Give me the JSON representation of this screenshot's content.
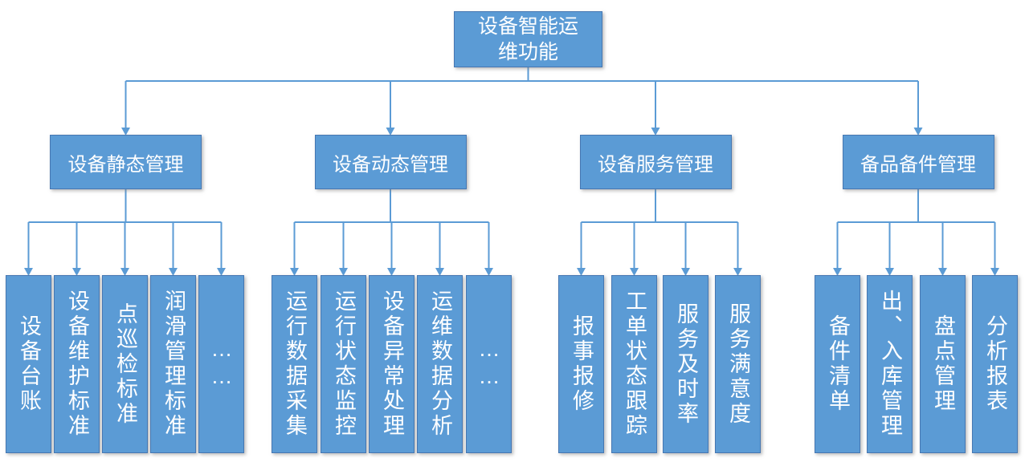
{
  "root": {
    "label": "设备智能运维功能"
  },
  "branches": [
    {
      "label": "设备静态管理",
      "children": [
        "设备台账",
        "设备维护标准",
        "点巡检标准",
        "润滑管理标准",
        "……"
      ]
    },
    {
      "label": "设备动态管理",
      "children": [
        "运行数据采集",
        "运行状态监控",
        "设备异常处理",
        "运维数据分析",
        "……"
      ]
    },
    {
      "label": "设备服务管理",
      "children": [
        "报事报修",
        "工单状态跟踪",
        "服务及时率",
        "服务满意度"
      ]
    },
    {
      "label": "备品备件管理",
      "children": [
        "备件清单",
        "出、入库管理",
        "盘点管理",
        "分析报表"
      ]
    }
  ],
  "colors": {
    "node_fill": "#5B9BD5",
    "node_border": "#4677B2",
    "connector": "#5B9BD5",
    "text": "#FFFFFF"
  }
}
